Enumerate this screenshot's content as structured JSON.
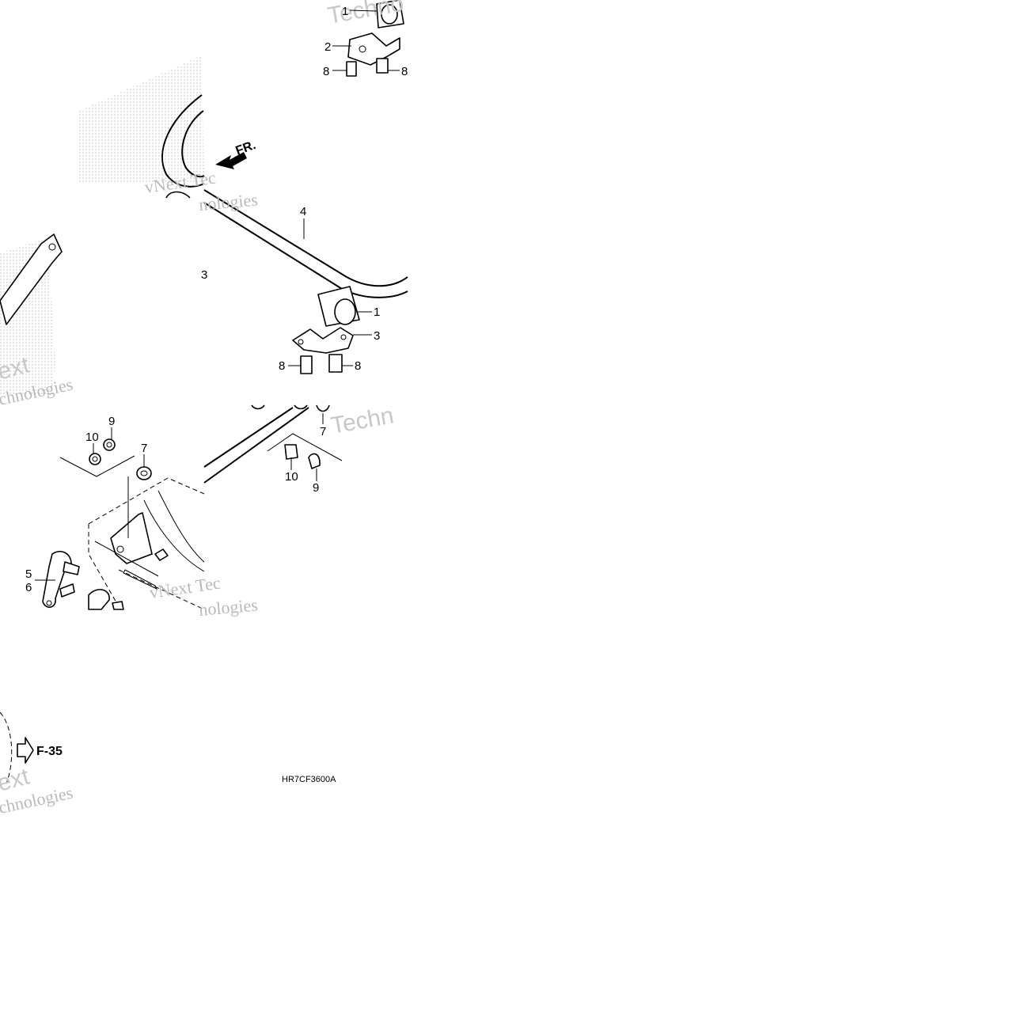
{
  "watermark": {
    "line1": "vNext Tec",
    "line2": "nologies",
    "techno": "Techno",
    "techn": "Techn",
    "ext": "ext",
    "chnologies": "chnologies"
  },
  "direction_label": "FR.",
  "callouts": {
    "c1_top": "1",
    "c2": "2",
    "c8_tl": "8",
    "c8_tr": "8",
    "c4": "4",
    "c3_stub": "3",
    "c1_mid": "1",
    "c3": "3",
    "c8_ml": "8",
    "c8_mr": "8",
    "c9_l": "9",
    "c10_l": "10",
    "c7_l": "7",
    "c7_r": "7",
    "c10_r": "10",
    "c9_r": "9",
    "c5": "5",
    "c6": "6"
  },
  "ref_label": "F-35",
  "diagram_code": "HR7CF3600A"
}
